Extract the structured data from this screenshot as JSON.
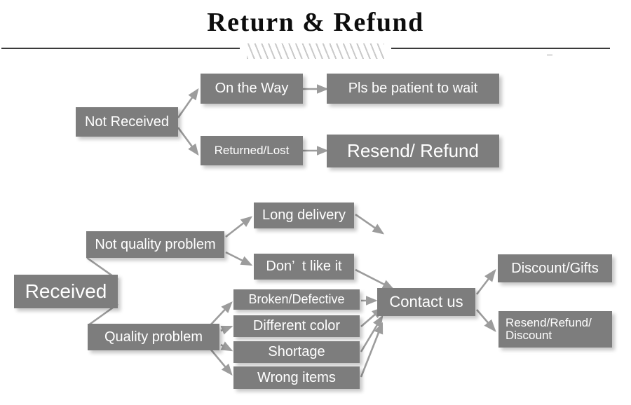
{
  "header": {
    "title": "Return & Refund",
    "divider_icon": "hatched-divider"
  },
  "diagram": {
    "type": "flowchart",
    "box_fill": "#7d7d7d",
    "box_text_color": "#ffffff",
    "connector_color": "#9a9a9a",
    "branches": [
      {
        "root": "Not Received",
        "paths": [
          {
            "step": "On the Way",
            "outcome": "Pls be patient to wait"
          },
          {
            "step": "Returned/Lost",
            "outcome": "Resend/ Refund"
          }
        ]
      },
      {
        "root": "Received",
        "paths": [
          {
            "step": "Not quality problem",
            "reasons": [
              "Long delivery",
              "Don’  t like it"
            ]
          },
          {
            "step": "Quality problem",
            "reasons": [
              "Broken/Defective",
              "Different color",
              "Shortage",
              "Wrong items"
            ]
          }
        ],
        "hub": "Contact us",
        "outcomes": [
          "Discount/Gifts",
          "Resend/Refund/\nDiscount"
        ]
      }
    ]
  },
  "nodes": {
    "not_received": "Not Received",
    "on_the_way": "On the Way",
    "pls_be_patient": "Pls be patient to wait",
    "returned_lost": "Returned/Lost",
    "resend_refund": "Resend/ Refund",
    "received": "Received",
    "not_quality_problem": "Not quality problem",
    "quality_problem": "Quality problem",
    "long_delivery": "Long delivery",
    "dont_like_it": "Don’  t like it",
    "broken_defective": "Broken/Defective",
    "different_color": "Different color",
    "shortage": "Shortage",
    "wrong_items": "Wrong items",
    "contact_us": "Contact us",
    "discount_gifts": "Discount/Gifts",
    "resend_refund_discount": "Resend/Refund/\nDiscount"
  }
}
